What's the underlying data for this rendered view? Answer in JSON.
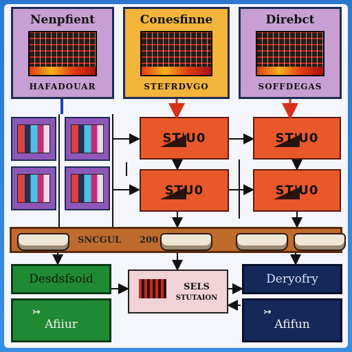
{
  "diagram": {
    "top_boxes": [
      {
        "title": "Nenpfient",
        "subtitle": "HAFADOUAR",
        "color": "#c79fd3"
      },
      {
        "title": "Conesfinne",
        "subtitle": "STEFRDVGO",
        "color": "#f2b43a"
      },
      {
        "title": "Direbct",
        "subtitle": "SOFFDEGAS",
        "color": "#c79fd3"
      }
    ],
    "process_boxes": [
      {
        "label": "ST'U0"
      },
      {
        "label": "STU0"
      },
      {
        "label": "ST'U0"
      },
      {
        "label": "ST'U0"
      }
    ],
    "bus": {
      "label_left": "SNCGUL",
      "label_mid": "200"
    },
    "center_box": {
      "label": "SELS",
      "sublabel": "STUTAION"
    },
    "bottom_boxes": [
      {
        "label": "Desdsfsoid",
        "color": "#1f8a33"
      },
      {
        "label": "Deryofry",
        "color": "#14285a"
      },
      {
        "label": "Afiiur",
        "color": "#1f8a33"
      },
      {
        "label": "Afifun",
        "color": "#14285a"
      }
    ],
    "colors": {
      "background": "#2c78cf",
      "process": "#e9582a",
      "bus": "#c06a2c",
      "tile": "#8d57b8",
      "center": "#f1d2d6"
    }
  }
}
